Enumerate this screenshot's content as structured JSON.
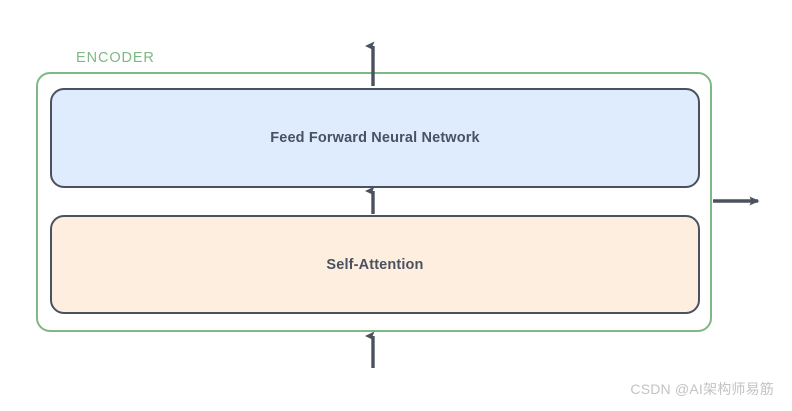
{
  "diagram": {
    "type": "transformer-encoder-block",
    "container": {
      "label": "ENCODER",
      "border_color": "#7fb884",
      "label_color": "#7fb884"
    },
    "blocks": [
      {
        "id": "feed-forward",
        "label": "Feed Forward Neural Network",
        "fill_color": "#dfecfd",
        "border_color": "#4a5260",
        "text_color": "#4a5260"
      },
      {
        "id": "self-attention",
        "label": "Self-Attention",
        "fill_color": "#fdeee0",
        "border_color": "#4a5260",
        "text_color": "#4a5260"
      }
    ],
    "arrows": [
      {
        "id": "input-arrow",
        "direction": "up",
        "from": "below-encoder",
        "to": "self-attention"
      },
      {
        "id": "attention-to-ffn-arrow",
        "direction": "up",
        "from": "self-attention",
        "to": "feed-forward"
      },
      {
        "id": "output-arrow-top",
        "direction": "up",
        "from": "feed-forward",
        "to": "above-encoder"
      },
      {
        "id": "output-arrow-right",
        "direction": "right",
        "from": "encoder",
        "to": "next-stage"
      }
    ],
    "arrow_color": "#4a5260"
  },
  "watermark": {
    "text": "CSDN @AI架构师易筋",
    "color": "#c3c3c5"
  }
}
